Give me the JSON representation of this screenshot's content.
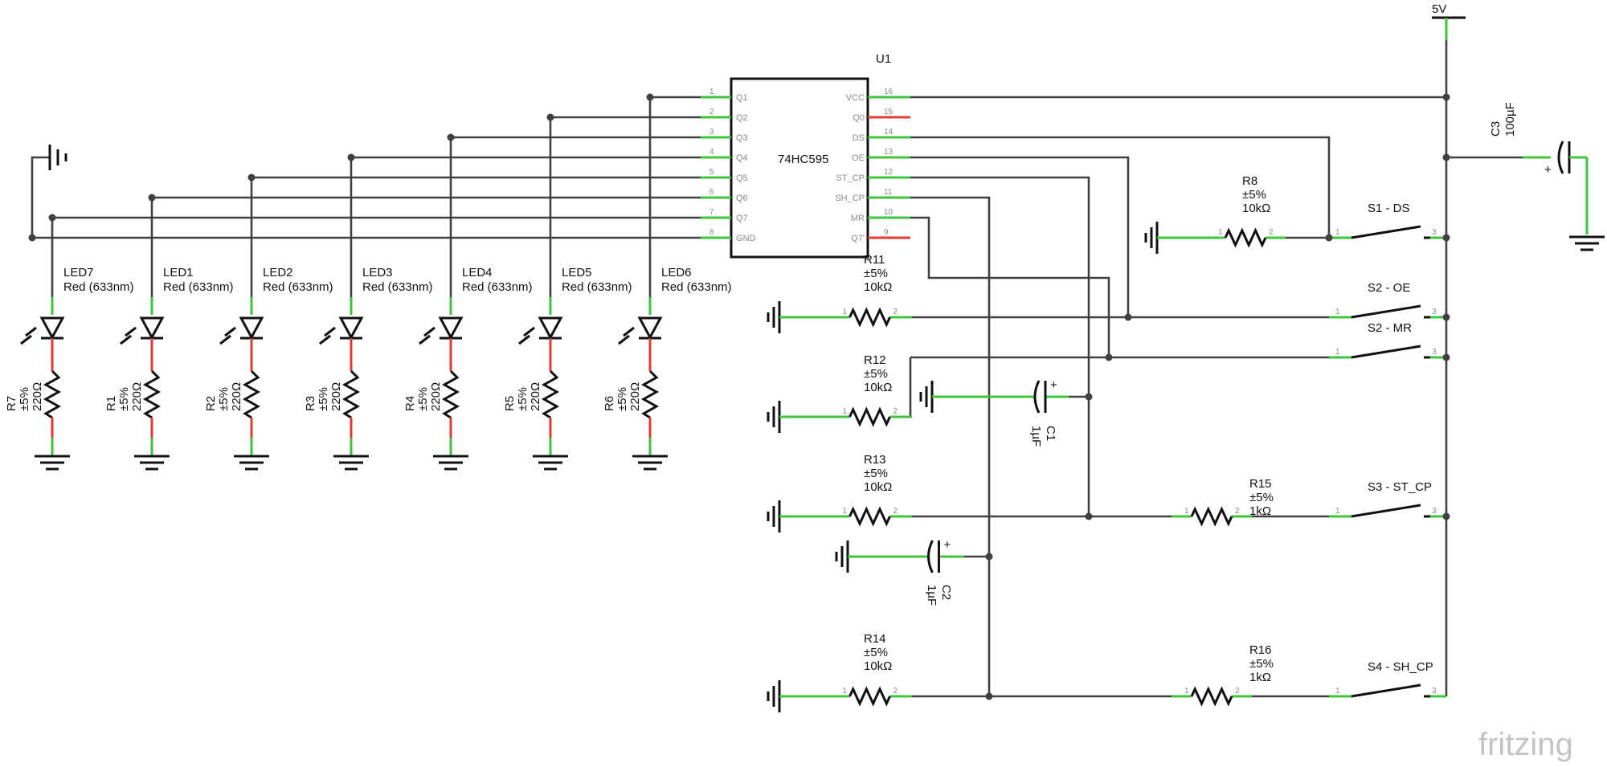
{
  "ic": {
    "ref": "U1",
    "name": "74HC595",
    "left_pins": [
      {
        "name": "Q1",
        "num": "1"
      },
      {
        "name": "Q2",
        "num": "2"
      },
      {
        "name": "Q3",
        "num": "3"
      },
      {
        "name": "Q4",
        "num": "4"
      },
      {
        "name": "Q5",
        "num": "5"
      },
      {
        "name": "Q6",
        "num": "6"
      },
      {
        "name": "Q7",
        "num": "7"
      },
      {
        "name": "GND",
        "num": "8"
      }
    ],
    "right_pins": [
      {
        "name": "VCC",
        "num": "16"
      },
      {
        "name": "Q0",
        "num": "15"
      },
      {
        "name": "DS",
        "num": "14"
      },
      {
        "name": "OE",
        "num": "13"
      },
      {
        "name": "ST_CP",
        "num": "12"
      },
      {
        "name": "SH_CP",
        "num": "11"
      },
      {
        "name": "MR",
        "num": "10"
      },
      {
        "name": "Q7'",
        "num": "9"
      }
    ]
  },
  "supply": {
    "label": "5V"
  },
  "leds": [
    {
      "ref": "LED7",
      "color": "Red (633nm)",
      "res": {
        "ref": "R7",
        "tol": "±5%",
        "val": "220Ω"
      }
    },
    {
      "ref": "LED1",
      "color": "Red (633nm)",
      "res": {
        "ref": "R1",
        "tol": "±5%",
        "val": "220Ω"
      }
    },
    {
      "ref": "LED2",
      "color": "Red (633nm)",
      "res": {
        "ref": "R2",
        "tol": "±5%",
        "val": "220Ω"
      }
    },
    {
      "ref": "LED3",
      "color": "Red (633nm)",
      "res": {
        "ref": "R3",
        "tol": "±5%",
        "val": "220Ω"
      }
    },
    {
      "ref": "LED4",
      "color": "Red (633nm)",
      "res": {
        "ref": "R4",
        "tol": "±5%",
        "val": "220Ω"
      }
    },
    {
      "ref": "LED5",
      "color": "Red (633nm)",
      "res": {
        "ref": "R5",
        "tol": "±5%",
        "val": "220Ω"
      }
    },
    {
      "ref": "LED6",
      "color": "Red (633nm)",
      "res": {
        "ref": "R6",
        "tol": "±5%",
        "val": "220Ω"
      }
    }
  ],
  "resistors": [
    {
      "ref": "R8",
      "tol": "±5%",
      "val": "10kΩ"
    },
    {
      "ref": "R11",
      "tol": "±5%",
      "val": "10kΩ"
    },
    {
      "ref": "R12",
      "tol": "±5%",
      "val": "10kΩ"
    },
    {
      "ref": "R13",
      "tol": "±5%",
      "val": "10kΩ"
    },
    {
      "ref": "R14",
      "tol": "±5%",
      "val": "10kΩ"
    },
    {
      "ref": "R15",
      "tol": "±5%",
      "val": "1kΩ"
    },
    {
      "ref": "R16",
      "tol": "±5%",
      "val": "1kΩ"
    }
  ],
  "switches": [
    {
      "ref": "S1 - DS"
    },
    {
      "ref": "S2 - OE"
    },
    {
      "ref": "S2 - MR"
    },
    {
      "ref": "S3 - ST_CP"
    },
    {
      "ref": "S4 - SH_CP"
    }
  ],
  "capacitors": [
    {
      "ref": "C1",
      "val": "1µF"
    },
    {
      "ref": "C2",
      "val": "1µF"
    },
    {
      "ref": "C3",
      "val": "100µF"
    }
  ],
  "resistor_pins": {
    "a": "1",
    "b": "2"
  },
  "switch_pins": {
    "a": "1",
    "b": "3"
  },
  "watermark": "fritzing"
}
